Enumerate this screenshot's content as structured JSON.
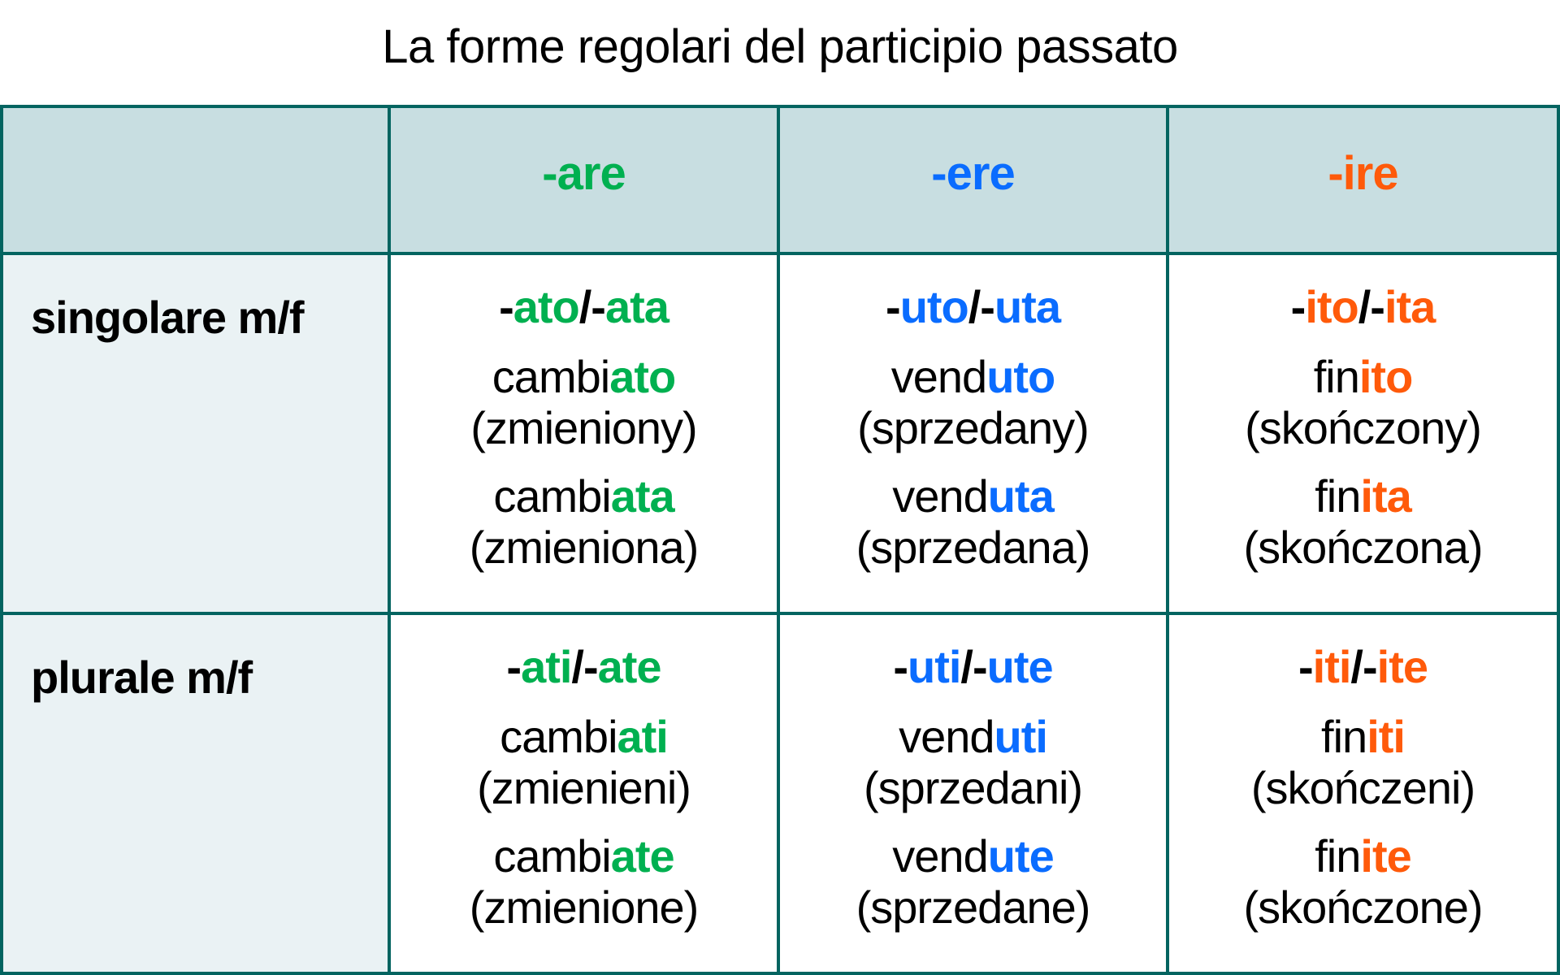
{
  "title": "La forme regolari del participio passato",
  "colors": {
    "border": "#036460",
    "header_bg": "#c8dee1",
    "label_bg": "#eaf2f4",
    "are": "#00b050",
    "ere": "#0a6cff",
    "ire": "#ff5a0a"
  },
  "table": {
    "headers": [
      "",
      "-are",
      "-ere",
      "-ire"
    ],
    "rows": [
      {
        "label": "singolare m/f",
        "cells": [
          {
            "pattern": {
              "dash1": "-",
              "suf1": "ato",
              "sep": "/-",
              "suf2": "ata"
            },
            "examples": [
              {
                "stem": "cambi",
                "ending": "ato",
                "translation": "(zmieniony)"
              },
              {
                "stem": "cambi",
                "ending": "ata",
                "translation": "(zmieniona)"
              }
            ]
          },
          {
            "pattern": {
              "dash1": "-",
              "suf1": "uto",
              "sep": "/-",
              "suf2": "uta"
            },
            "examples": [
              {
                "stem": "vend",
                "ending": "uto",
                "translation": "(sprzedany)"
              },
              {
                "stem": "vend",
                "ending": "uta",
                "translation": "(sprzedana)"
              }
            ]
          },
          {
            "pattern": {
              "dash1": "-",
              "suf1": "ito",
              "sep": "/-",
              "suf2": "ita"
            },
            "examples": [
              {
                "stem": "fin",
                "ending": "ito",
                "translation": "(skończony)"
              },
              {
                "stem": "fin",
                "ending": "ita",
                "translation": "(skończona)"
              }
            ]
          }
        ]
      },
      {
        "label": "plurale m/f",
        "cells": [
          {
            "pattern": {
              "dash1": "-",
              "suf1": "ati",
              "sep": "/-",
              "suf2": "ate"
            },
            "examples": [
              {
                "stem": "cambi",
                "ending": "ati",
                "translation": "(zmienieni)"
              },
              {
                "stem": "cambi",
                "ending": "ate",
                "translation": "(zmienione)"
              }
            ]
          },
          {
            "pattern": {
              "dash1": "-",
              "suf1": "uti",
              "sep": "/-",
              "suf2": "ute"
            },
            "examples": [
              {
                "stem": "vend",
                "ending": "uti",
                "translation": "(sprzedani)"
              },
              {
                "stem": "vend",
                "ending": "ute",
                "translation": "(sprzedane)"
              }
            ]
          },
          {
            "pattern": {
              "dash1": "-",
              "suf1": "iti",
              "sep": "/-",
              "suf2": "ite"
            },
            "examples": [
              {
                "stem": "fin",
                "ending": "iti",
                "translation": "(skończeni)"
              },
              {
                "stem": "fin",
                "ending": "ite",
                "translation": "(skończone)"
              }
            ]
          }
        ]
      }
    ]
  }
}
